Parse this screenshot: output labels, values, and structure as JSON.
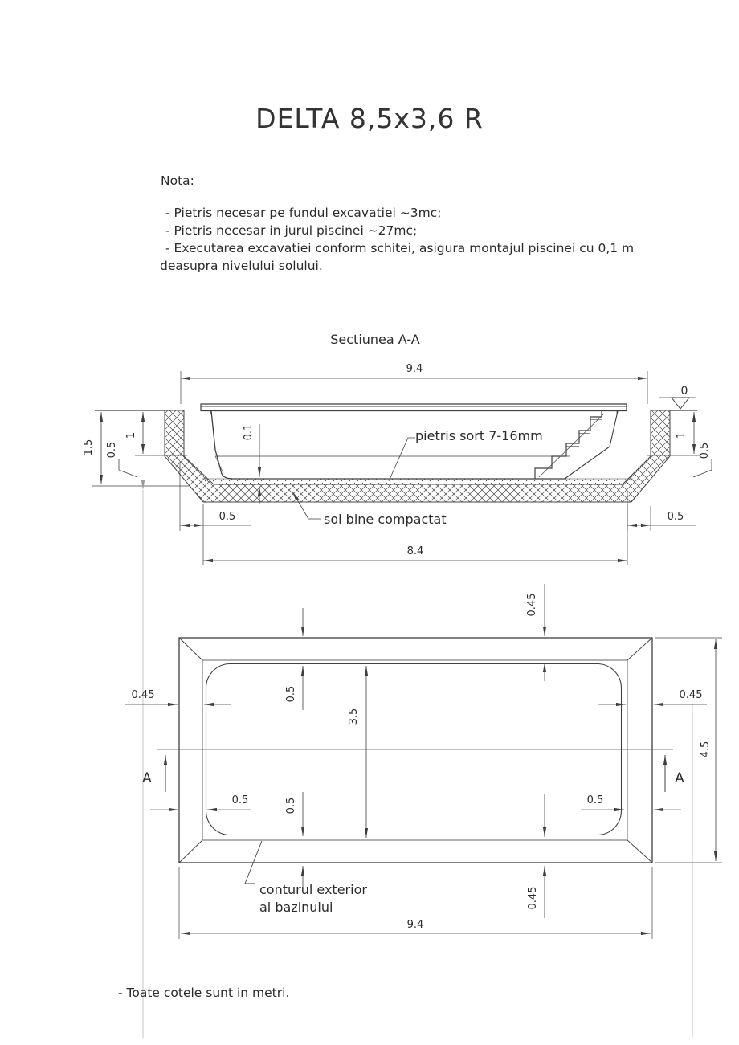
{
  "title": "DELTA 8,5x3,6 R",
  "notes": {
    "heading": "Nota:",
    "lines": [
      "- Pietris necesar pe fundul excavatiei ~3mc;",
      "- Pietris necesar in jurul piscinei ~27mc;",
      "- Executarea excavatiei conform schitei, asigura montajul piscinei cu 0,1 m",
      "deasupra nivelului solului."
    ]
  },
  "footer": {
    "note": "- Toate cotele sunt in metri."
  },
  "section": {
    "title": "Sectiunea A-A",
    "datum": "0",
    "labels": {
      "gravel": "pietris sort 7-16mm",
      "soil": "sol bine compactat"
    },
    "dims": {
      "top_width": "9.4",
      "bottom_width": "8.4",
      "depth_total": "1.5",
      "depth_left": "1",
      "depth_right": "1",
      "layer_left": "0.5",
      "layer_right": "0.5",
      "gravel_thickness": "0.1",
      "berm_left": "0.5",
      "berm_right": "0.5"
    }
  },
  "plan": {
    "marker": "A",
    "labels": {
      "contour1": "conturul exterior",
      "contour2": "al bazinului"
    },
    "dims": {
      "width": "9.4",
      "height": "4.5",
      "inner_height": "3.5",
      "offset_top": "0.45",
      "offset_left": "0.45",
      "offset_right": "0.45",
      "offset_bottom": "0.45",
      "wall_top": "0.5",
      "wall_bottom": "0.5",
      "edge_left": "0.5",
      "edge_right": "0.5"
    }
  },
  "colors": {
    "line": "#3f3f3f",
    "dim": "#4a4a4a",
    "faint": "#b5b5b5",
    "text": "#2b2b2b"
  }
}
